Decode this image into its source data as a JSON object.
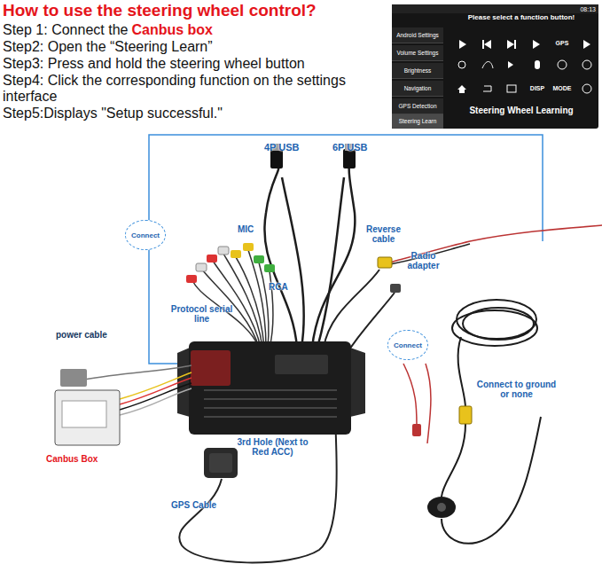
{
  "diagram": {
    "title": "How to use the steering wheel control?",
    "nodes": [
      {
        "text": [
          "08:13",
          "Please select a function button!",
          "GPS",
          "DISP",
          "MODE",
          "Steering Wheel Learning"
        ]
      },
      {
        "text": [
          "Android Settings"
        ],
        "in": 0
      },
      {
        "text": [
          "Volume Settings"
        ],
        "in": 0
      },
      {
        "text": [
          "Brightness"
        ],
        "in": 0
      },
      {
        "text": [
          "Navigation"
        ],
        "in": 0
      },
      {
        "text": [
          "GPS Detection"
        ],
        "in": 0
      },
      {
        "text": [
          "Steering Learn"
        ],
        "in": 0
      },
      {
        "text": [
          "Connect"
        ]
      },
      {
        "text": [
          "Connect"
        ]
      }
    ],
    "labels": [
      "Step 1: Connect the",
      "Canbus box",
      "Step2: Open the “Steering Learn”",
      "Step3: Press and hold the steering wheel button",
      "Step4: Click the corresponding function on the settings interface",
      "Step5:Displays \"Setup successful.\"",
      "4P USB",
      "6P USB",
      "MIC",
      "Reverse cable",
      "Radio adapter",
      "RCA",
      "Protocol serial line",
      "power cable",
      "Connect to ground or none",
      "Canbus Box",
      "3rd Hole (Next to Red ACC)",
      "GPS Cable"
    ]
  }
}
